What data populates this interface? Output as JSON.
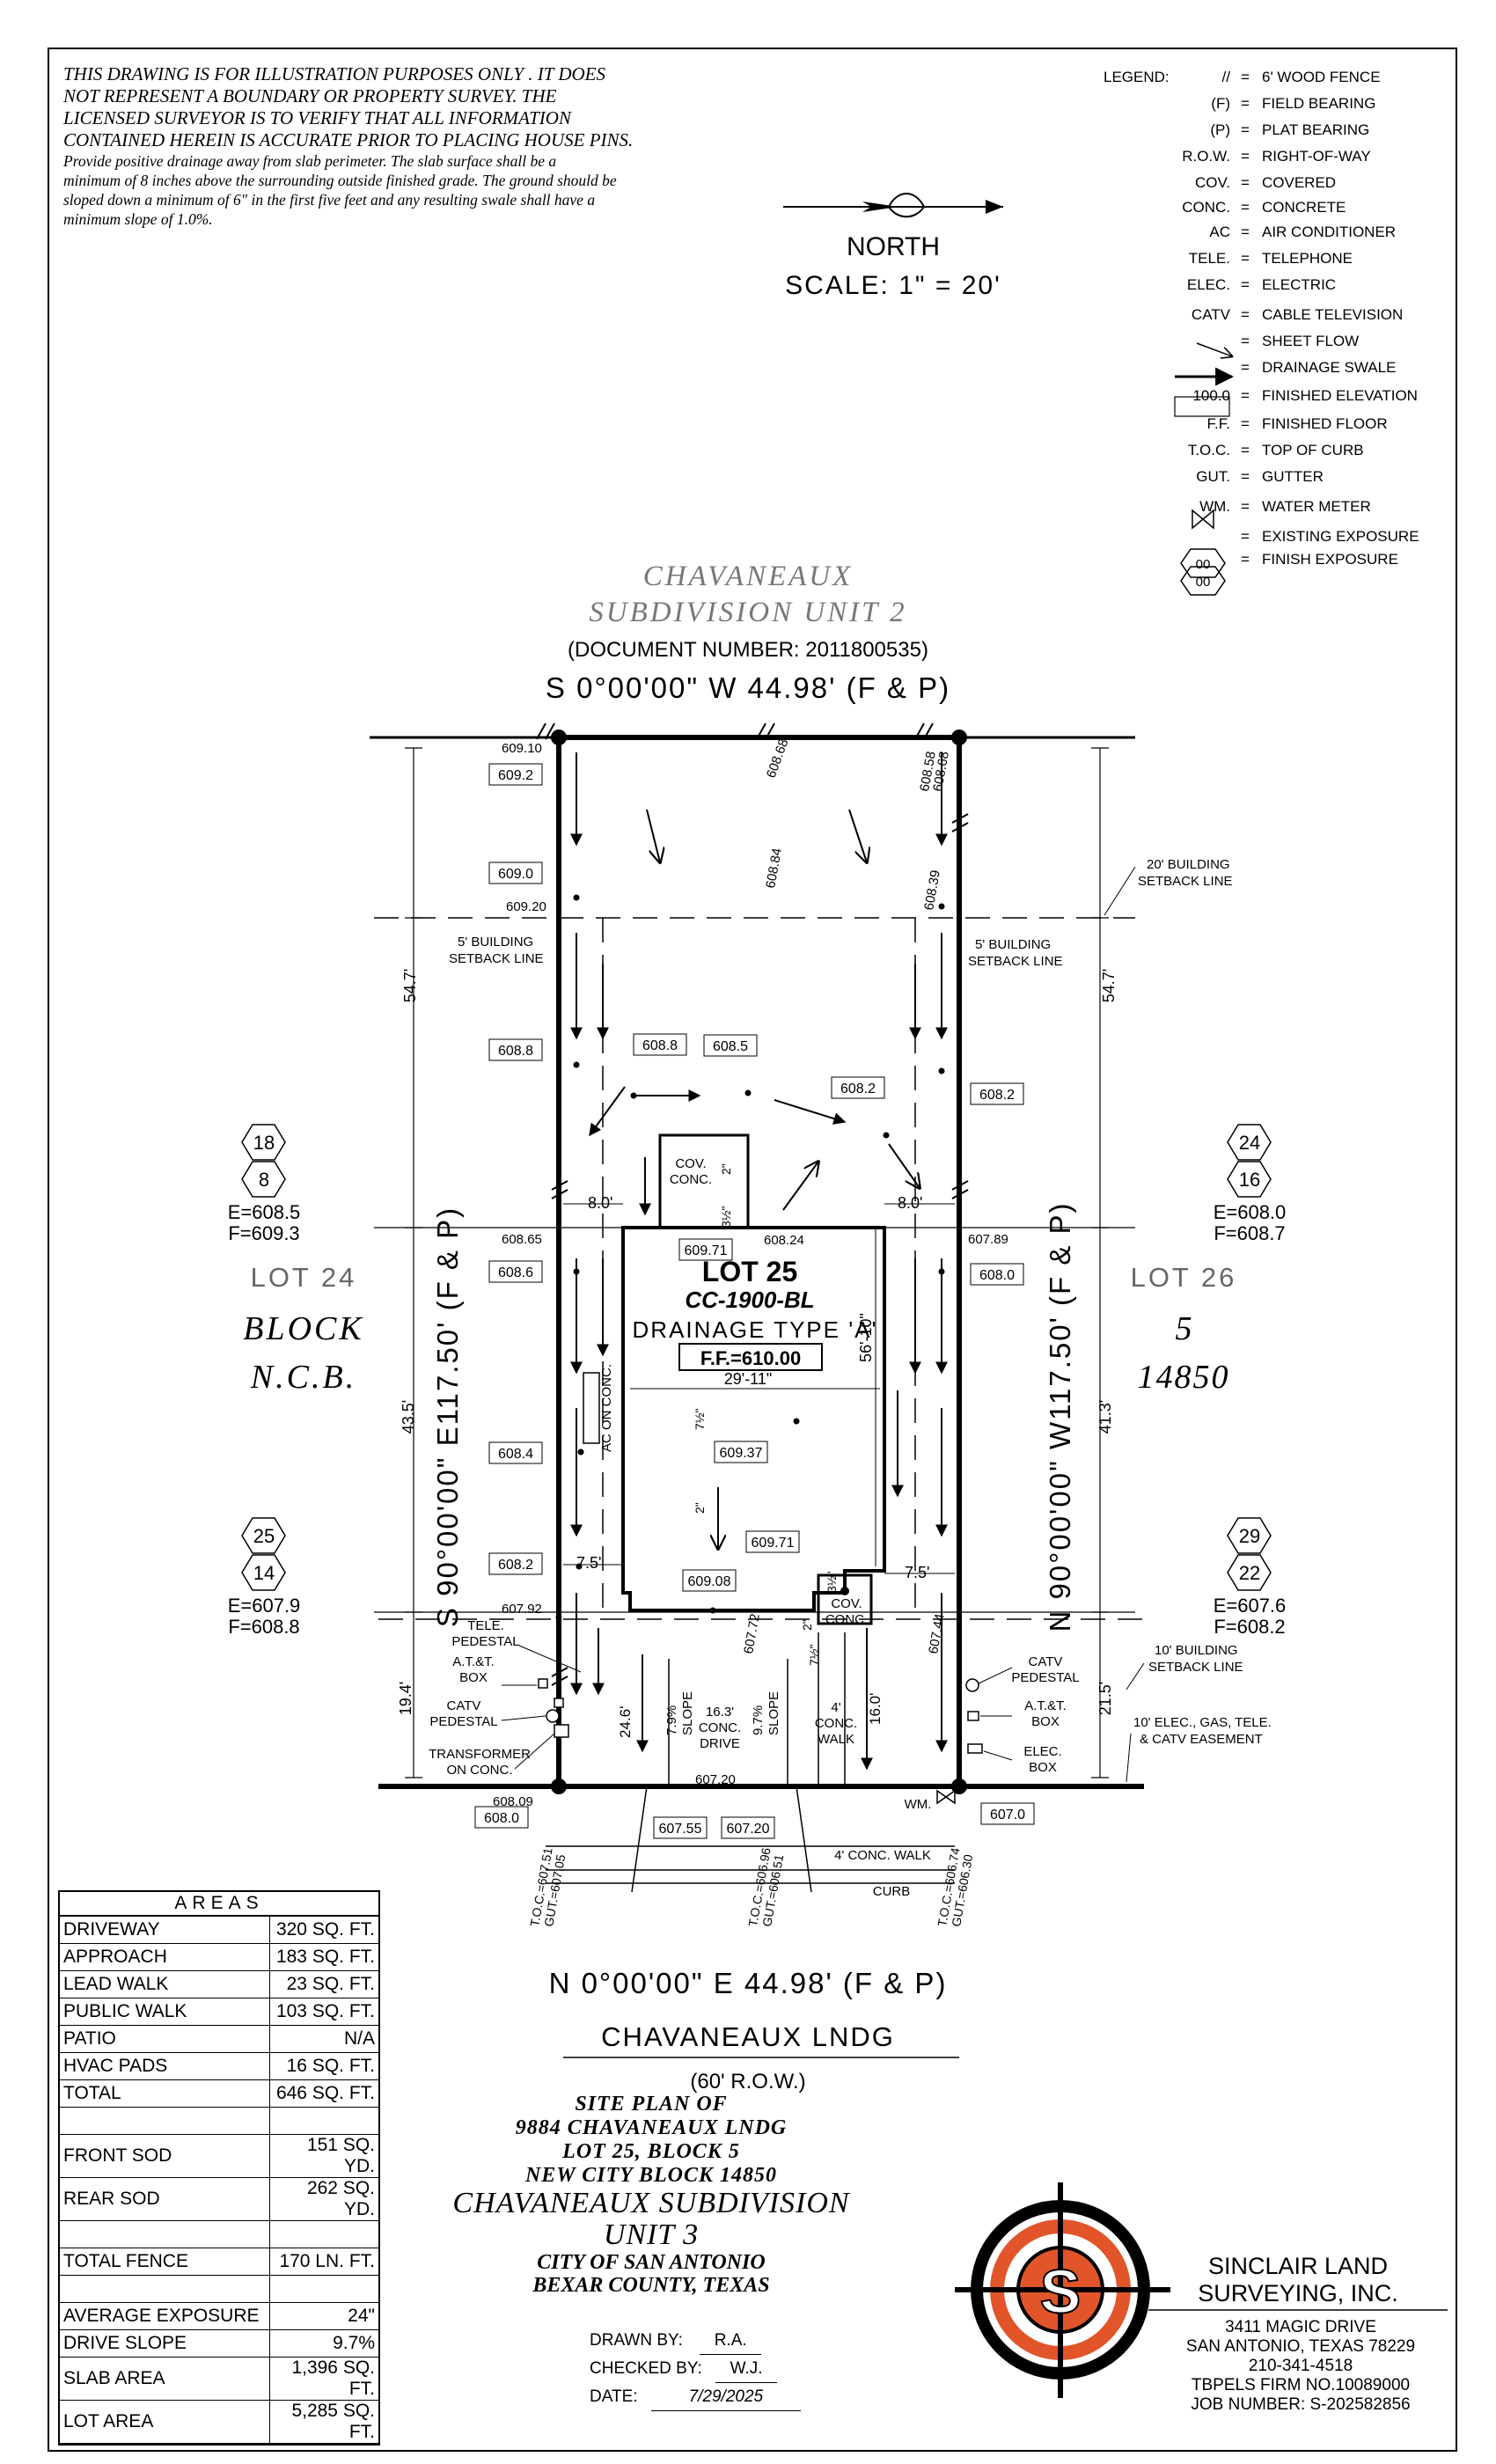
{
  "disclaimer": {
    "lines": [
      "THIS DRAWING IS FOR ILLUSTRATION PURPOSES ONLY . IT DOES",
      "NOT REPRESENT A BOUNDARY OR PROPERTY SURVEY. THE",
      "LICENSED SURVEYOR IS TO VERIFY THAT ALL INFORMATION",
      "CONTAINED HEREIN IS ACCURATE PRIOR TO PLACING HOUSE PINS."
    ],
    "drainage_lines": [
      "Provide positive drainage away from slab perimeter. The slab surface shall be a",
      "minimum of 8 inches above the surrounding outside finished grade. The ground should be",
      "sloped down a minimum of 6\" in the first five feet and any resulting swale shall have a",
      "minimum slope of 1.0%."
    ]
  },
  "north": {
    "label": "NORTH",
    "scale": "SCALE: 1\" = 20'"
  },
  "legend": {
    "title": "LEGEND:",
    "items": [
      {
        "symbol": "//",
        "desc": "6' WOOD FENCE"
      },
      {
        "symbol": "(F)",
        "desc": "FIELD BEARING"
      },
      {
        "symbol": "(P)",
        "desc": "PLAT BEARING"
      },
      {
        "symbol": "R.O.W.",
        "desc": "RIGHT-OF-WAY"
      },
      {
        "symbol": "COV.",
        "desc": "COVERED"
      },
      {
        "symbol": "CONC.",
        "desc": "CONCRETE"
      },
      {
        "symbol": "AC",
        "desc": "AIR CONDITIONER"
      },
      {
        "symbol": "TELE.",
        "desc": "TELEPHONE"
      },
      {
        "symbol": "ELEC.",
        "desc": "ELECTRIC"
      },
      {
        "symbol": "CATV",
        "desc": "CABLE TELEVISION"
      },
      {
        "symbol": "",
        "desc": "SHEET FLOW"
      },
      {
        "symbol": "",
        "desc": "DRAINAGE SWALE"
      },
      {
        "symbol": "100.0",
        "desc": "FINISHED ELEVATION"
      },
      {
        "symbol": "F.F.",
        "desc": "FINISHED FLOOR"
      },
      {
        "symbol": "T.O.C.",
        "desc": "TOP OF CURB"
      },
      {
        "symbol": "GUT.",
        "desc": "GUTTER"
      },
      {
        "symbol": "WM.",
        "desc": "WATER METER"
      },
      {
        "symbol": "",
        "desc": "EXISTING EXPOSURE"
      },
      {
        "symbol": "",
        "desc": "FINISH EXPOSURE"
      }
    ],
    "exposure_symbol": [
      "00",
      "00"
    ]
  },
  "plat": {
    "sub_name_1": "CHAVANEAUX",
    "sub_name_2": "SUBDIVISION UNIT 2",
    "doc_number": "(DOCUMENT NUMBER: 2011800535)",
    "top_bearing": "S 0°00'00\" W 44.98' (F & P)",
    "bottom_bearing": "N 0°00'00\" E 44.98' (F & P)",
    "left_bearing": "S 90°00'00\" E117.50' (F & P)",
    "right_bearing": "N 90°00'00\" W117.50' (F & P)",
    "street": "CHAVANEAUX LNDG",
    "row": "(60' R.O.W.)",
    "lot_24": "LOT 24",
    "lot_26": "LOT 26",
    "block": "BLOCK",
    "block_no": "5",
    "ncb": "N.C.B.",
    "ncb_no": "14850",
    "lot_label": "LOT 25",
    "plan": "CC-1900-BL",
    "drainage": "DRAINAGE TYPE 'A'",
    "ff": "F.F.=610.00",
    "house_w": "29'-11\"",
    "house_d": "56'-10\"",
    "setback_20": [
      "20' BUILDING",
      "SETBACK LINE"
    ],
    "setback_5_left": [
      "5' BUILDING",
      "SETBACK LINE"
    ],
    "setback_5_right": [
      "5' BUILDING",
      "SETBACK LINE"
    ],
    "setback_10": [
      "10' BUILDING",
      "SETBACK LINE"
    ],
    "easement": [
      "10' ELEC., GAS, TELE.",
      "& CATV EASEMENT"
    ],
    "dims": {
      "top_left": "54.7'",
      "top_right": "54.7'",
      "mid_left": "43.5'",
      "mid_right": "41.3'",
      "bot_left": "19.4'",
      "bot_right": "21.5'",
      "side_left": "8.0'",
      "side_right": "8.0'",
      "rear_left": "7.5'",
      "rear_right": "7.5'",
      "drive_left": "24.6'",
      "walk_len": "16.0'"
    },
    "elev_boxes": [
      "609.2",
      "609.0",
      "608.8",
      "608.8",
      "608.5",
      "608.2",
      "608.2",
      "608.6",
      "608.0",
      "609.71",
      "608.4",
      "609.37",
      "609.71",
      "608.2",
      "609.08",
      "608.0",
      "607.55",
      "607.20",
      "607.0"
    ],
    "elev_text": [
      "609.10",
      "608.68",
      "608.58",
      "608.68",
      "609.20",
      "608.39",
      "608.84",
      "608.65",
      "608.24",
      "607.89",
      "607.92",
      "607.72",
      "607.44",
      "607.20",
      "608.09"
    ],
    "ex_left_top": {
      "top": "18",
      "bottom": "8",
      "e": "E=608.5",
      "f": "F=609.3"
    },
    "ex_right_top": {
      "top": "24",
      "bottom": "16",
      "e": "E=608.0",
      "f": "F=608.7"
    },
    "ex_left_bot": {
      "top": "25",
      "bottom": "14",
      "e": "E=607.9",
      "f": "F=608.8"
    },
    "ex_right_bot": {
      "top": "29",
      "bottom": "22",
      "e": "E=607.6",
      "f": "F=608.2"
    },
    "labels": {
      "cov_conc_top": [
        "COV.",
        "CONC."
      ],
      "cov_conc_bot": [
        "COV.",
        "CONC."
      ],
      "ac": "AC ON CONC.",
      "tele": [
        "TELE.",
        "PEDESTAL"
      ],
      "att_left": [
        "A.T.&T.",
        "BOX"
      ],
      "catv_left": [
        "CATV",
        "PEDESTAL"
      ],
      "transformer": [
        "TRANSFORMER",
        "ON CONC."
      ],
      "catv_right": [
        "CATV",
        "PEDESTAL"
      ],
      "att_right": [
        "A.T.&T.",
        "BOX"
      ],
      "elec_right": [
        "ELEC.",
        "BOX"
      ],
      "slope_left": [
        "7.9%",
        "SLOPE"
      ],
      "drive": [
        "16.3'",
        "CONC.",
        "DRIVE"
      ],
      "slope_right": [
        "9.7%",
        "SLOPE"
      ],
      "walk": [
        "4'",
        "CONC.",
        "WALK"
      ],
      "public_walk": "4' CONC. WALK",
      "curb": "CURB",
      "wm": "WM.",
      "toc_left": [
        "T.O.C.=607.51",
        "GUT.=607.05"
      ],
      "toc_mid": [
        "T.O.C.=606.96",
        "GUT.=606.51"
      ],
      "toc_right": [
        "T.O.C.=606.74",
        "GUT.=606.30"
      ],
      "h1": "2\"",
      "h2": "3½\"",
      "h3": "7½\"",
      "h4": "2\"",
      "h5": "3½\"",
      "h6": "7½\"",
      "h7": "2\""
    }
  },
  "areas": {
    "title": "AREAS",
    "rows": [
      {
        "label": "DRIVEWAY",
        "value": "320 SQ. FT."
      },
      {
        "label": "APPROACH",
        "value": "183 SQ. FT."
      },
      {
        "label": "LEAD WALK",
        "value": "23 SQ. FT."
      },
      {
        "label": "PUBLIC WALK",
        "value": "103 SQ. FT."
      },
      {
        "label": "PATIO",
        "value": "N/A"
      },
      {
        "label": "HVAC PADS",
        "value": "16 SQ. FT."
      },
      {
        "label": "TOTAL",
        "value": "646 SQ. FT."
      },
      {
        "label": "",
        "value": ""
      },
      {
        "label": "FRONT SOD",
        "value": "151 SQ. YD."
      },
      {
        "label": "REAR SOD",
        "value": "262 SQ. YD."
      },
      {
        "label": "",
        "value": ""
      },
      {
        "label": "TOTAL FENCE",
        "value": "170 LN. FT."
      },
      {
        "label": "",
        "value": ""
      },
      {
        "label": "AVERAGE EXPOSURE",
        "value": "24\""
      },
      {
        "label": "DRIVE SLOPE",
        "value": "9.7%"
      },
      {
        "label": "SLAB AREA",
        "value": "1,396 SQ. FT."
      },
      {
        "label": "LOT AREA",
        "value": "5,285 SQ. FT."
      }
    ]
  },
  "title_block": {
    "l1": "SITE PLAN OF",
    "l2": "9884 CHAVANEAUX LNDG",
    "l3": "LOT 25, BLOCK 5",
    "l4": "NEW CITY BLOCK 14850",
    "l5": "CHAVANEAUX SUBDIVISION",
    "l6": "UNIT 3",
    "l7": "CITY OF SAN ANTONIO",
    "l8": "BEXAR COUNTY, TEXAS"
  },
  "signoff": {
    "drawn_label": "DRAWN BY:",
    "drawn": "R.A.",
    "checked_label": "CHECKED BY:",
    "checked": "W.J.",
    "date_label": "DATE:",
    "date": "7/29/2025"
  },
  "company": {
    "name1": "SINCLAIR LAND",
    "name2": "SURVEYING, INC.",
    "addr1": "3411 MAGIC DRIVE",
    "addr2": "SAN ANTONIO, TEXAS 78229",
    "phone": "210-341-4518",
    "firm": "TBPELS FIRM NO.10089000",
    "job": "JOB NUMBER: S-202582856",
    "logo_letter": "S"
  },
  "colors": {
    "logo_orange": "#e2552a",
    "ink": "#000000"
  }
}
